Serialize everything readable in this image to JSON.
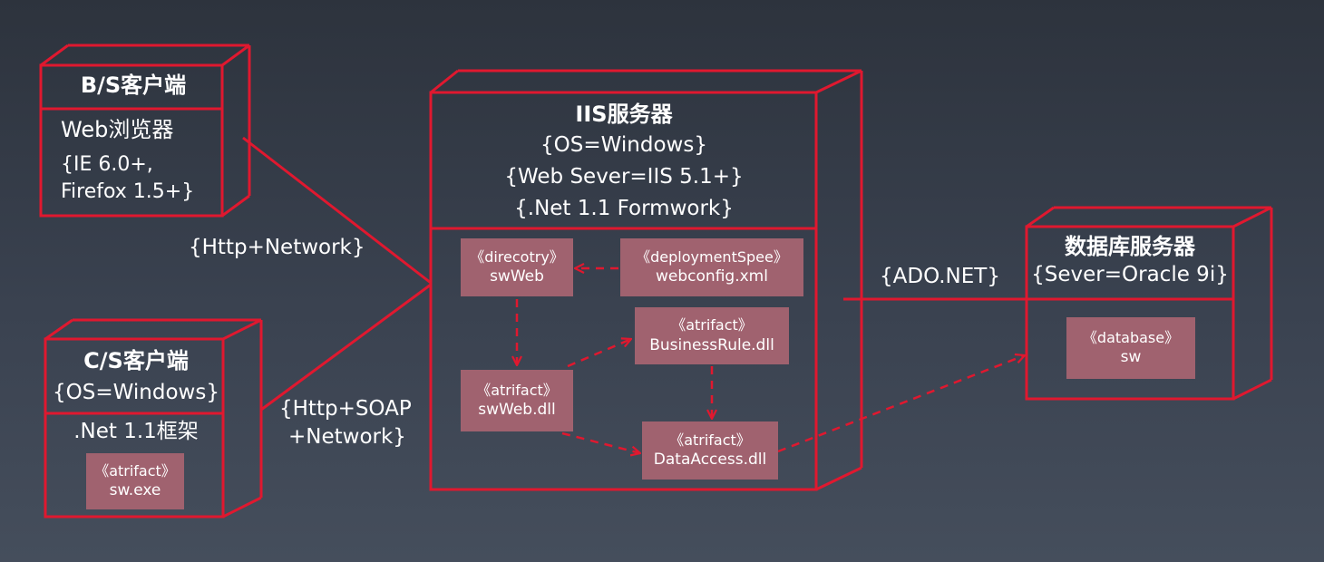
{
  "colors": {
    "outline": "#e0182f",
    "artifact_fill": "#a0626f",
    "background": "#3a4250",
    "text": "#ffffff"
  },
  "bs_client": {
    "title": "B/S客户端",
    "body_line1": "Web浏览器",
    "body_line2": "{IE 6.0+,",
    "body_line3": "Firefox 1.5+}"
  },
  "cs_client": {
    "title": "C/S客户端",
    "subtitle": "{OS=Windows}",
    "body_line1": ".Net 1.1框架",
    "artifact": {
      "stereotype": "《atrifact》",
      "name": "sw.exe"
    }
  },
  "iis_server": {
    "title": "IIS服务器",
    "line1": "{OS=Windows}",
    "line2": "{Web Sever=IIS 5.1+}",
    "line3": "{.Net 1.1 Formwork}",
    "artifacts": {
      "swweb_dir": {
        "stereotype": "《direcotry》",
        "name": "swWeb"
      },
      "webconfig": {
        "stereotype": "《deploymentSpee》",
        "name": "webconfig.xml"
      },
      "businessrule": {
        "stereotype": "《atrifact》",
        "name": "BusinessRule.dll"
      },
      "swweb_dll": {
        "stereotype": "《atrifact》",
        "name": "swWeb.dll"
      },
      "dataaccess": {
        "stereotype": "《atrifact》",
        "name": "DataAccess.dll"
      }
    }
  },
  "db_server": {
    "title": "数据库服务器",
    "subtitle": "{Sever=Oracle 9i}",
    "artifact": {
      "stereotype": "《database》",
      "name": "sw"
    }
  },
  "connections": {
    "bs_to_iis": "{Http+Network}",
    "cs_to_iis_line1": "{Http+SOAP",
    "cs_to_iis_line2": "+Network}",
    "iis_to_db": "{ADO.NET}"
  }
}
